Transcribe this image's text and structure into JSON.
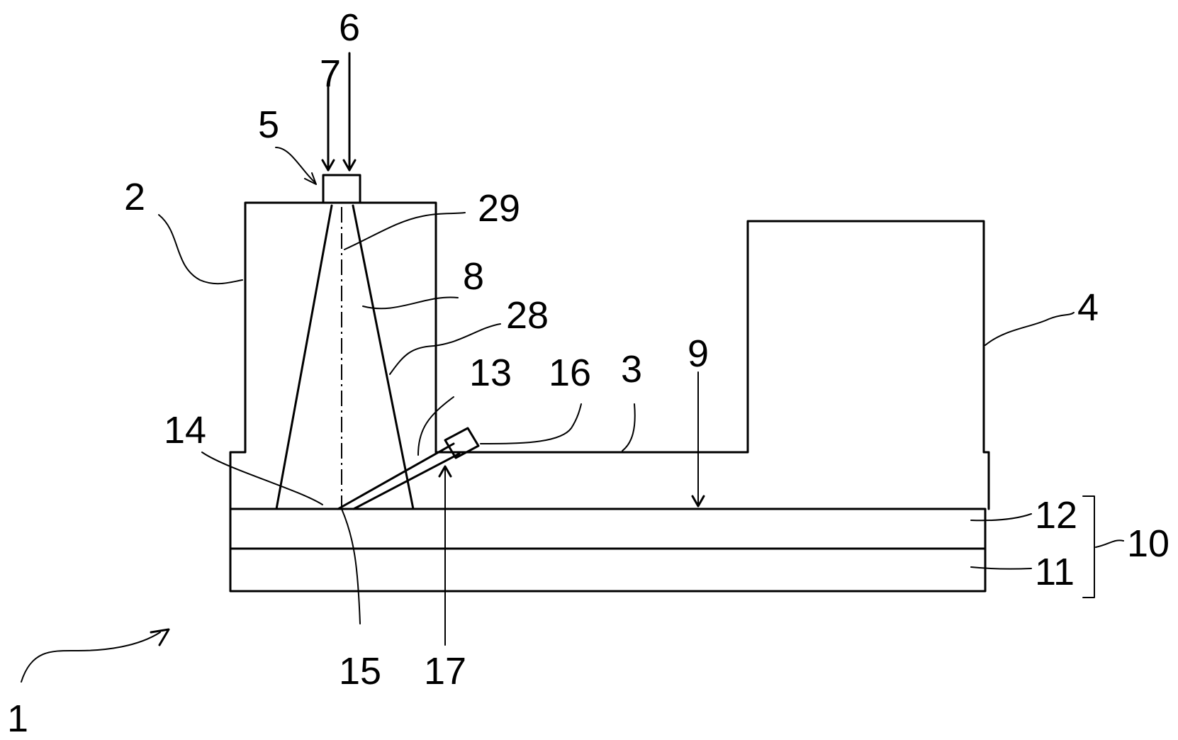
{
  "diagram": {
    "labels": {
      "n1": "1",
      "n2": "2",
      "n3": "3",
      "n4": "4",
      "n5": "5",
      "n6": "6",
      "n7": "7",
      "n8": "8",
      "n9": "9",
      "n10": "10",
      "n11": "11",
      "n12": "12",
      "n13": "13",
      "n14": "14",
      "n15": "15",
      "n16": "16",
      "n17": "17",
      "n28": "28",
      "n29": "29"
    }
  }
}
